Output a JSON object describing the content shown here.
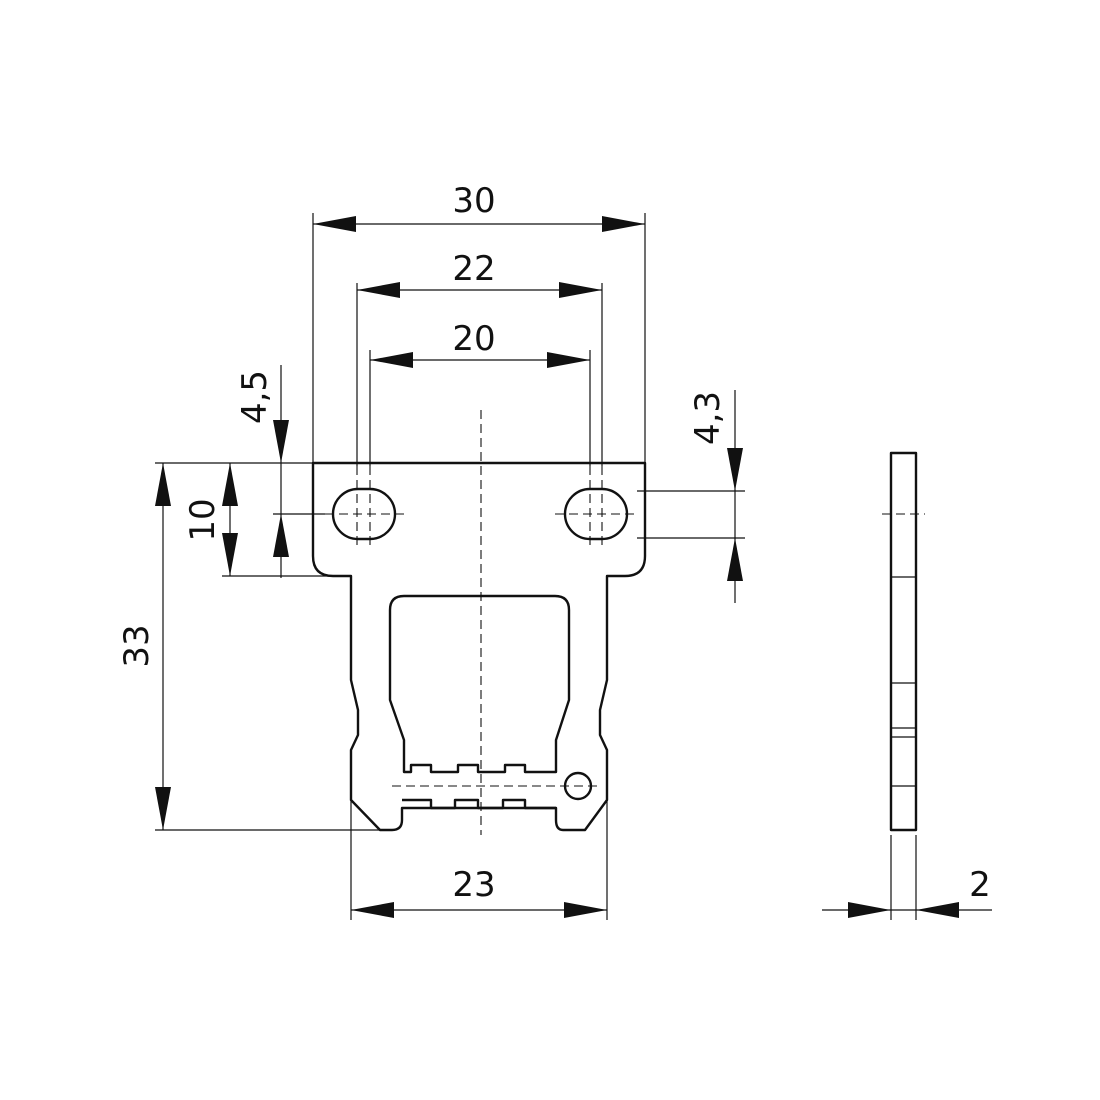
{
  "drawing": {
    "colors": {
      "line": "#111111",
      "background": "#ffffff"
    },
    "dimensions": {
      "overall_width": "30",
      "hole_outer_span": "22",
      "hole_center_span": "20",
      "left_offset": "4,5",
      "right_offset": "4,3",
      "mount_height": "10",
      "overall_height": "33",
      "bottom_width": "23",
      "thickness": "2"
    }
  }
}
